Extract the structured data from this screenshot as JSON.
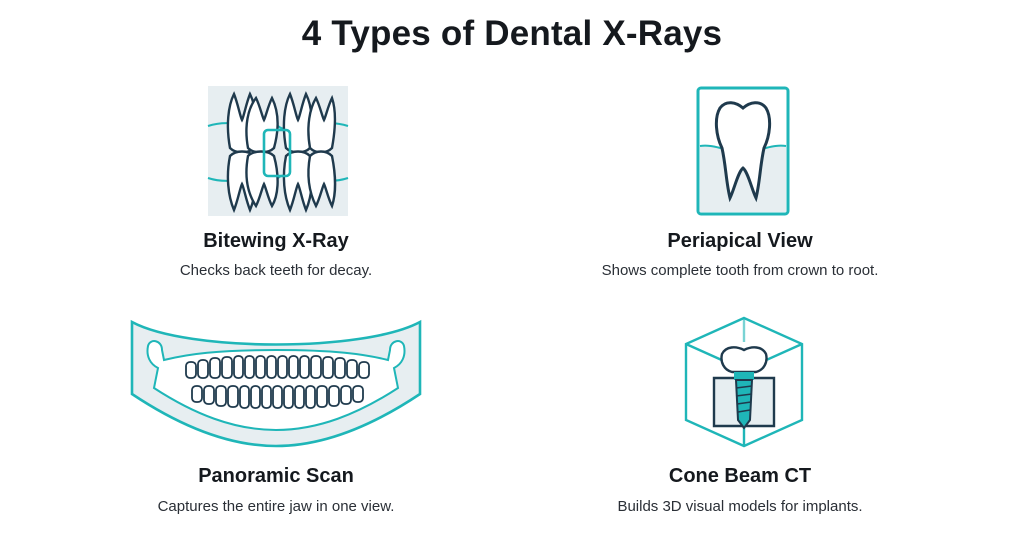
{
  "title": "4 Types of Dental X-Rays",
  "colors": {
    "accent": "#1fb6b8",
    "outline": "#1f3a4d",
    "fill": "#e7eef1"
  },
  "cards": [
    {
      "icon": "bitewing-teeth-icon",
      "name": "Bitewing X-Ray",
      "description": "Checks back teeth for decay."
    },
    {
      "icon": "tooth-film-icon",
      "name": "Periapical View",
      "description": "Shows complete tooth from crown to root."
    },
    {
      "icon": "jaw-panorama-icon",
      "name": "Panoramic Scan",
      "description": "Captures the entire jaw in one view."
    },
    {
      "icon": "implant-cube-icon",
      "name": "Cone Beam CT",
      "description": "Builds 3D visual models for implants."
    }
  ]
}
